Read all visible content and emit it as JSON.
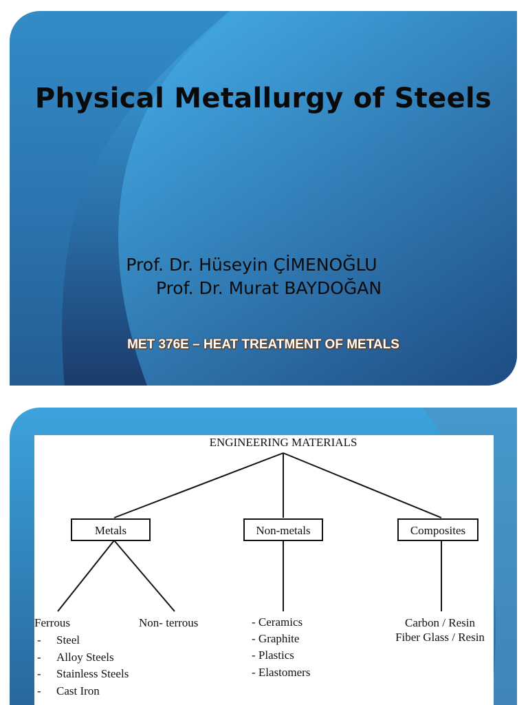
{
  "slide1": {
    "title": "Physical Metallurgy of Steels",
    "authors": [
      "Prof. Dr. Hüseyin ÇİMENOĞLU",
      "Prof. Dr. Murat BAYDOĞAN"
    ],
    "course": "MET 376E – HEAT TREATMENT OF METALS"
  },
  "slide2": {
    "root": "ENGINEERING MATERIALS",
    "categories": [
      {
        "label": "Metals"
      },
      {
        "label": "Non-metals"
      },
      {
        "label": "Composites"
      }
    ],
    "metals_children": {
      "ferrous": "Ferrous",
      "non_ferrous": "Non- terrous",
      "ferrous_items": [
        "Steel",
        "Alloy Steels",
        "Stainless Steels",
        "Cast Iron"
      ]
    },
    "nonmetals_items": [
      "- Ceramics",
      "- Graphite",
      "- Plastics",
      "- Elastomers"
    ],
    "composites_items": [
      "Carbon / Resin",
      "Fiber Glass / Resin"
    ]
  }
}
